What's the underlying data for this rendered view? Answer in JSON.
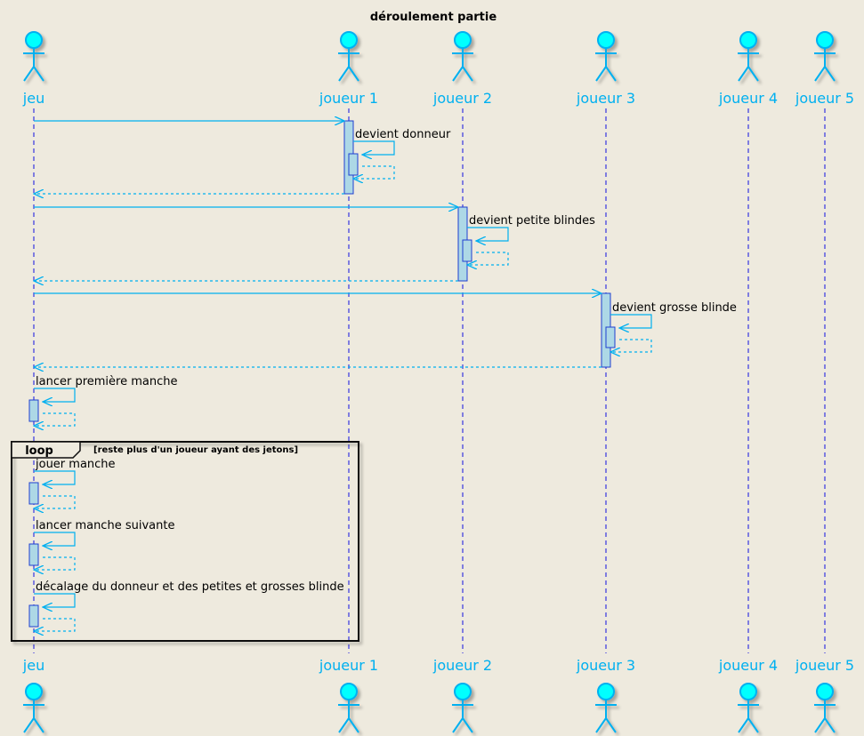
{
  "diagram": {
    "title": "déroulement partie",
    "participants": [
      {
        "id": "jeu",
        "label": "jeu"
      },
      {
        "id": "j1",
        "label": "joueur 1"
      },
      {
        "id": "j2",
        "label": "joueur 2"
      },
      {
        "id": "j3",
        "label": "joueur 3"
      },
      {
        "id": "j4",
        "label": "joueur 4"
      },
      {
        "id": "j5",
        "label": "joueur 5"
      }
    ],
    "messages": [
      {
        "from": "jeu",
        "to": "j1",
        "label": ""
      },
      {
        "from": "j1",
        "to": "j1",
        "label": "devient donneur"
      },
      {
        "from": "j1",
        "to": "jeu",
        "label": "",
        "return": true
      },
      {
        "from": "jeu",
        "to": "j2",
        "label": ""
      },
      {
        "from": "j2",
        "to": "j2",
        "label": "devient petite blindes"
      },
      {
        "from": "j2",
        "to": "jeu",
        "label": "",
        "return": true
      },
      {
        "from": "jeu",
        "to": "j3",
        "label": ""
      },
      {
        "from": "j3",
        "to": "j3",
        "label": "devient grosse blinde"
      },
      {
        "from": "j3",
        "to": "jeu",
        "label": "",
        "return": true
      },
      {
        "from": "jeu",
        "to": "jeu",
        "label": "lancer première manche"
      }
    ],
    "loop": {
      "keyword": "loop",
      "condition": "[reste plus d'un joueur ayant des jetons]",
      "messages": [
        {
          "from": "jeu",
          "to": "jeu",
          "label": "jouer manche"
        },
        {
          "from": "jeu",
          "to": "jeu",
          "label": "lancer manche suivante"
        },
        {
          "from": "jeu",
          "to": "jeu",
          "label": "décalage du donneur et des petites et grosses blinde"
        }
      ]
    },
    "colors": {
      "background": "#EEEADE",
      "arrow": "#00B0F0",
      "lifeline": "#1010E0",
      "participant_text": "#00B0F0",
      "actor_fill": "#00FFFF",
      "activation_fill": "#ADD8E6",
      "activation_stroke": "#1E3FD0",
      "frame": "#101010"
    }
  }
}
